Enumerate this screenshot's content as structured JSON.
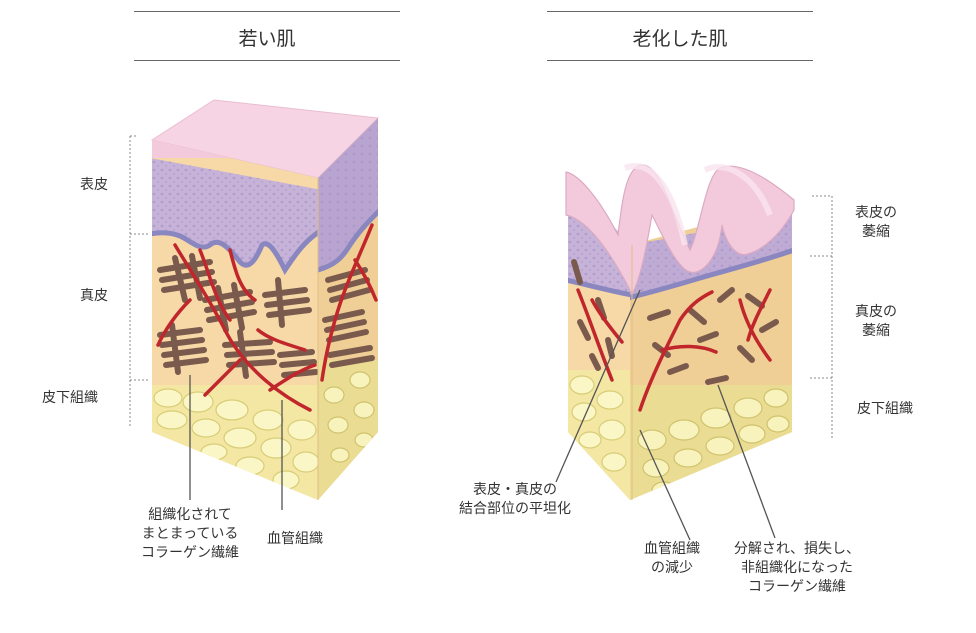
{
  "young": {
    "title": "若い肌",
    "layers": [
      "表皮",
      "真皮",
      "皮下組織"
    ],
    "callouts": {
      "collagen": [
        "組織化されて",
        "まとまっている",
        "コラーゲン繊維"
      ],
      "vessel": [
        "血管組織"
      ]
    }
  },
  "aged": {
    "title": "老化した肌",
    "layers": [
      [
        "表皮の",
        "萎縮"
      ],
      [
        "真皮の",
        "萎縮"
      ],
      [
        "皮下組織"
      ]
    ],
    "callouts": {
      "junction": [
        "表皮・真皮の",
        "結合部位の平坦化"
      ],
      "vessel": [
        "血管組織",
        "の減少"
      ],
      "collagen": [
        "分解され、損失し、",
        "非組織化になった",
        "コラーゲン繊維"
      ]
    }
  },
  "colors": {
    "epidermis_top": "#f5cfe0",
    "epidermis": "#c7b2d8",
    "basal": "#8a86c0",
    "dermis": "#f6d9a6",
    "fat": "#f7f0a8",
    "collagen": "#7b5a4e",
    "vessel": "#c0262c"
  }
}
